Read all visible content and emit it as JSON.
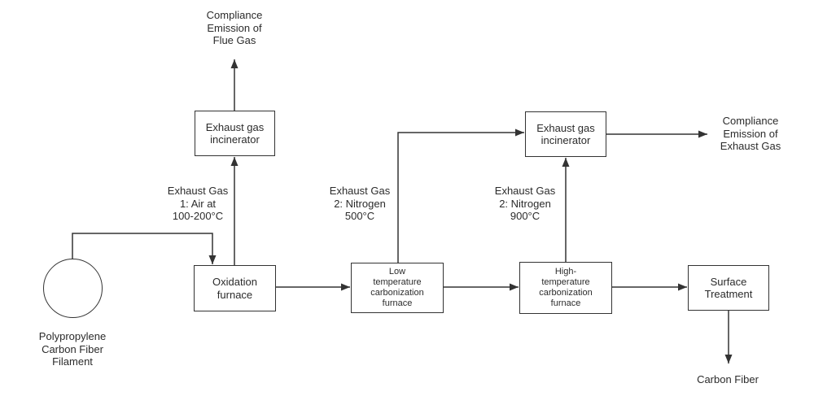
{
  "diagram": {
    "background_color": "#ffffff",
    "line_color": "#333333",
    "text_color": "#2b2b2b",
    "nodes": {
      "filament_source": {
        "label": "Polypropylene\nCarbon Fiber\nFilament"
      },
      "oxidation_furnace": {
        "label": "Oxidation\nfurnace"
      },
      "exhaust_incinerator_left": {
        "label": "Exhaust gas\nincinerator"
      },
      "low_temp_furnace": {
        "label": "Low\ntemperature\ncarbonization\nfurnace"
      },
      "high_temp_furnace": {
        "label": "High-\ntemperature\ncarbonization\nfurnace"
      },
      "exhaust_incinerator_right": {
        "label": "Exhaust gas\nincinerator"
      },
      "surface_treatment": {
        "label": "Surface\nTreatment"
      }
    },
    "terminals": {
      "flue_gas_emission": "Compliance\nEmission of\nFlue Gas",
      "exhaust_gas_emission": "Compliance\nEmission of\nExhaust Gas",
      "carbon_fiber": "Carbon Fiber"
    },
    "stream_labels": {
      "exhaust_gas_1": "Exhaust Gas\n1: Air at\n100-200°C",
      "exhaust_gas_2_500": "Exhaust Gas\n2: Nitrogen\n500°C",
      "exhaust_gas_2_900": "Exhaust Gas\n2: Nitrogen\n900°C"
    }
  }
}
